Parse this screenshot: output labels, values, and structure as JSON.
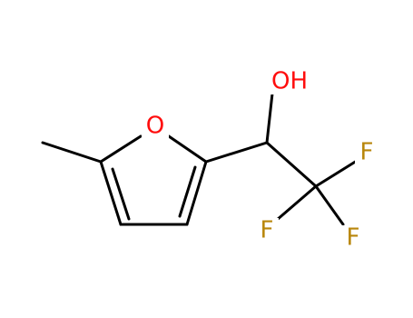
{
  "molecule": {
    "atom_labels": [
      {
        "id": "O1",
        "text": "O",
        "color": "#ff0d0d"
      },
      {
        "id": "OH",
        "text": "OH",
        "color": "#ff0d0d"
      },
      {
        "id": "F1",
        "text": "F",
        "color": "#b8860b"
      },
      {
        "id": "F2",
        "text": "F",
        "color": "#b8860b"
      },
      {
        "id": "F3",
        "text": "F",
        "color": "#b8860b"
      }
    ],
    "bond_color": "#000000"
  }
}
